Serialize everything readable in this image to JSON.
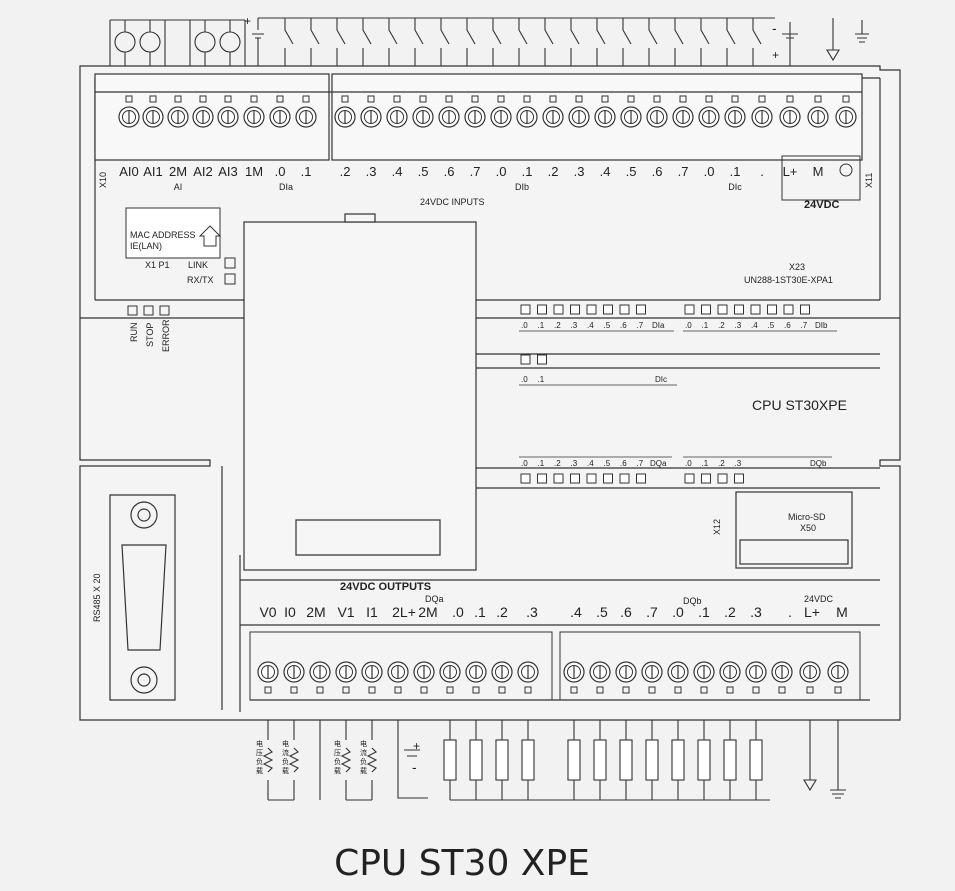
{
  "title": "CPU ST30 XPE",
  "model_label": "CPU  ST30XPE",
  "part_number": "UN288-1ST30E-XPA1",
  "x23": "X23",
  "x10": "X10",
  "x11": "X11",
  "x12": "X12",
  "x50": "X50",
  "micro_sd": "Micro-SD",
  "rs485": "RS485 X 20",
  "mac": {
    "line1": "MAC ADDRESS",
    "line2": "IE(LAN)",
    "x1p1": "X1  P1",
    "link": "LINK",
    "rxtx": "RX/TX"
  },
  "status_leds": [
    "RUN",
    "STOP",
    "ERROR"
  ],
  "inputs_title": "24VDC INPUTS",
  "outputs_title": "24VDC OUTPUTS",
  "psu_label": "24VDC",
  "top_terminals": [
    "AI0",
    "AI1",
    "2M",
    "AI2",
    "AI3",
    "1M",
    ".0",
    ".1",
    ".2",
    ".3",
    ".4",
    ".5",
    ".6",
    ".7",
    ".0",
    ".1",
    ".2",
    ".3",
    ".4",
    ".5",
    ".6",
    ".7",
    ".0",
    ".1",
    ".",
    "L+",
    "M"
  ],
  "top_groups": [
    {
      "label": "AI"
    },
    {
      "label": "DIa"
    },
    {
      "label": "DIb"
    },
    {
      "label": "DIc"
    }
  ],
  "bottom_terminals": [
    "V0",
    "I0",
    "2M",
    "V1",
    "I1",
    "2L+",
    "2M",
    ".0",
    ".1",
    ".2",
    ".3",
    ".4",
    ".5",
    ".6",
    ".7",
    ".0",
    ".1",
    ".2",
    ".3",
    ".",
    "L+",
    "M"
  ],
  "bottom_groups": [
    {
      "label": "DQa"
    },
    {
      "label": "DQb"
    }
  ],
  "led_rows": {
    "dia": {
      "ticks": [
        ".0",
        ".1",
        ".2",
        ".3",
        ".4",
        ".5",
        ".6",
        ".7"
      ],
      "tag": "DIa"
    },
    "dib": {
      "ticks": [
        ".0",
        ".1",
        ".2",
        ".3",
        ".4",
        ".5",
        ".6",
        ".7"
      ],
      "tag": "DIb"
    },
    "dic": {
      "ticks": [
        ".0",
        ".1"
      ],
      "tag": "DIc"
    },
    "dqa": {
      "ticks": [
        ".0",
        ".1",
        ".2",
        ".3",
        ".4",
        ".5",
        ".6",
        ".7"
      ],
      "tag": "DQa"
    },
    "dqb": {
      "ticks": [
        ".0",
        ".1",
        ".2",
        ".3"
      ],
      "tag": "DQb"
    }
  },
  "plus": "+",
  "minus": "-",
  "load_voltage": "电压负载",
  "load_current": "电流负载"
}
